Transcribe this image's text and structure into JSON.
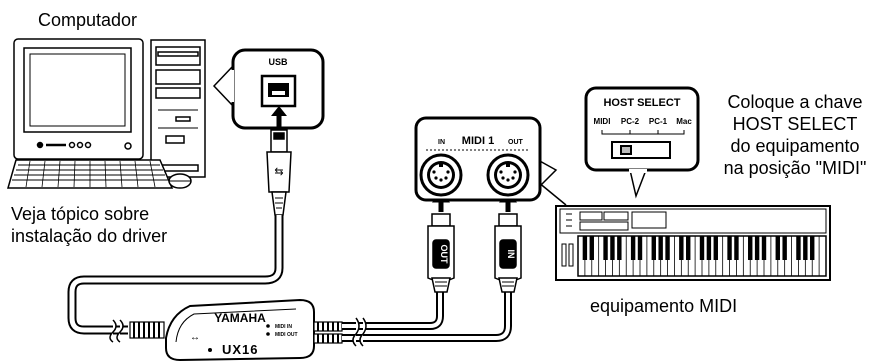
{
  "labels": {
    "computer": "Computador",
    "driver_line1": "Veja tópico sobre",
    "driver_line2": "instalação do driver",
    "host_line1": "Coloque a chave",
    "host_line2": "HOST SELECT",
    "host_line3": "do equipamento",
    "host_line4": "na posição \"MIDI\"",
    "midi_device": "equipamento MIDI"
  },
  "usb_port": {
    "label": "USB"
  },
  "midi_ports": {
    "title": "MIDI 1",
    "in": "IN",
    "out": "OUT"
  },
  "host_select": {
    "title": "HOST SELECT",
    "options": [
      "MIDI",
      "PC-2",
      "PC-1",
      "Mac"
    ],
    "selected": "MIDI"
  },
  "cables": {
    "plug_out": "OUT",
    "plug_in": "IN"
  },
  "interface": {
    "brand": "YAMAHA",
    "port1": "MIDI IN",
    "port2": "MIDI OUT",
    "model": "UX16"
  }
}
